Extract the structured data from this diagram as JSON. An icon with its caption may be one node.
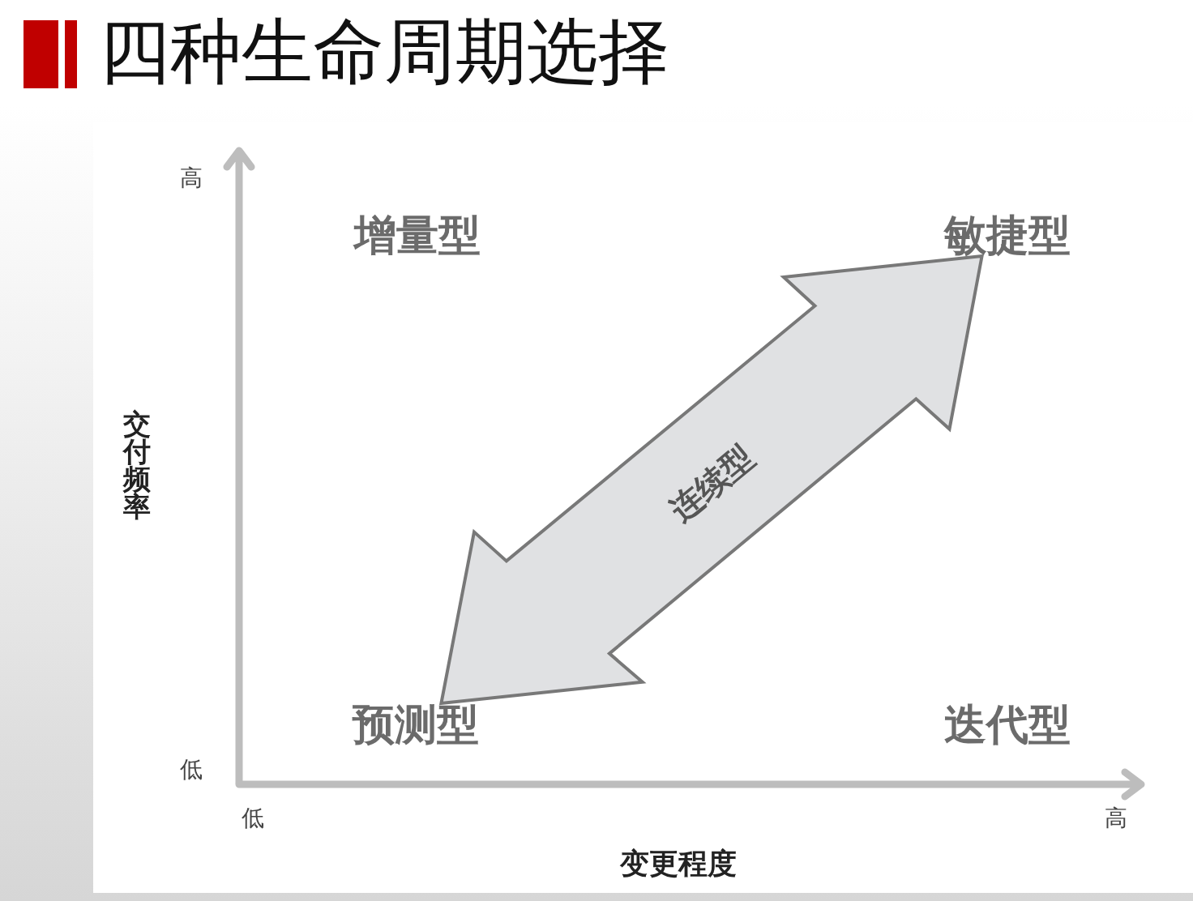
{
  "diagram": {
    "title": "四种生命周期选择",
    "nodes": [
      {
        "text": [
          "敏捷型"
        ]
      },
      {
        "text": [
          "预测型"
        ]
      }
    ],
    "edges": [
      {
        "from": 1,
        "to": 0,
        "arrow": "both",
        "label": "连续型"
      }
    ],
    "labels": [
      "高",
      "增量型",
      "交付频率",
      "迭代型",
      "低",
      "低",
      "高",
      "变更程度"
    ]
  }
}
